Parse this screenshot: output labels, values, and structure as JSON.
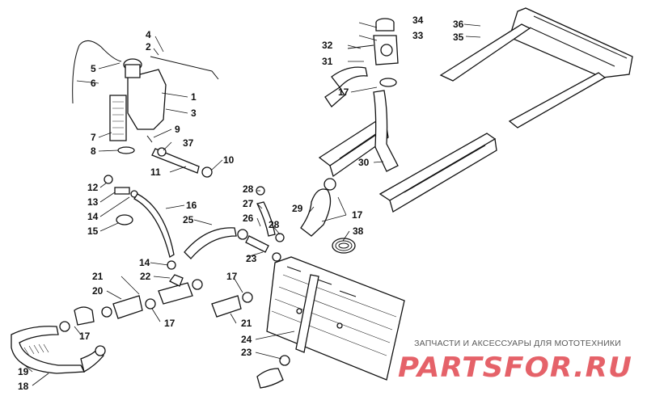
{
  "callouts": {
    "c1": "1",
    "c2": "2",
    "c3": "3",
    "c4": "4",
    "c5": "5",
    "c6": "6",
    "c7": "7",
    "c8": "8",
    "c9": "9",
    "c10": "10",
    "c11": "11",
    "c12": "12",
    "c13": "13",
    "c14a": "14",
    "c14b": "14",
    "c15": "15",
    "c16": "16",
    "c17a": "17",
    "c17b": "17",
    "c17c": "17",
    "c17d": "17",
    "c17e": "17",
    "c18": "18",
    "c19": "19",
    "c20": "20",
    "c21a": "21",
    "c21b": "21",
    "c22": "22",
    "c23a": "23",
    "c23b": "23",
    "c24": "24",
    "c25": "25",
    "c26": "26",
    "c27": "27",
    "c28a": "28",
    "c28b": "28",
    "c29": "29",
    "c30": "30",
    "c31": "31",
    "c32": "32",
    "c33": "33",
    "c34": "34",
    "c35": "35",
    "c36": "36",
    "c37": "37",
    "c38": "38"
  },
  "watermark": {
    "caption": "ЗАПЧАСТИ И АКСЕССУАРЫ ДЛЯ МОТОТЕХНИКИ",
    "logo_text": "PARTSFOR.RU",
    "color": "#e0474f"
  }
}
